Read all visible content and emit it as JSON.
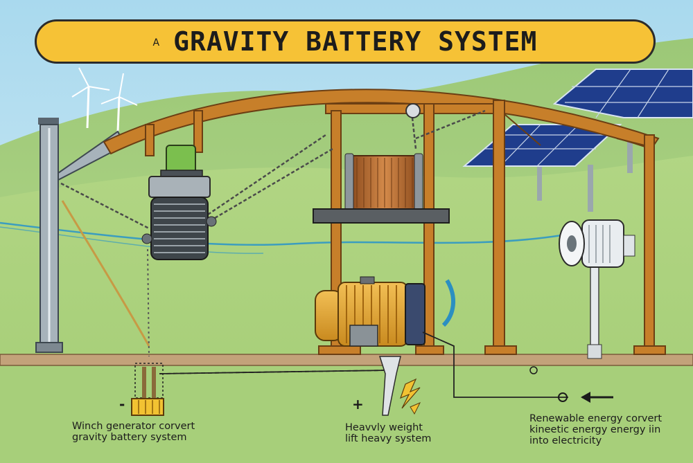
{
  "title": {
    "mark": "A",
    "text": "GRAVITY BATTERY SYSTEM"
  },
  "symbols": {
    "minus": "-",
    "plus": "+"
  },
  "captions": {
    "left": [
      "Winch generator corvert",
      "gravity battery system"
    ],
    "center": [
      "Heavvly weight",
      "lift heavy system"
    ],
    "right": [
      "Renewable energy corvert",
      "kineetic energy energy iin",
      "into electricity"
    ]
  },
  "colors": {
    "sky": "#bfe3f2",
    "hills": "#a9cf7e",
    "ground": "#c3a27a",
    "frame_wood": "#c77f2a",
    "banner": "#f6c236",
    "solar_panel": "#1f3d8c",
    "copper_coil": "#b4642e",
    "generator_body": "#e6a534",
    "power_line": "#3b9dbf"
  },
  "icons": [
    "wind-turbine-icon",
    "solar-panel-icon",
    "winch-drum-icon",
    "copper-coil-icon",
    "generator-icon",
    "fan-turbine-icon",
    "battery-icon",
    "lightning-icon",
    "arrow-icon"
  ]
}
